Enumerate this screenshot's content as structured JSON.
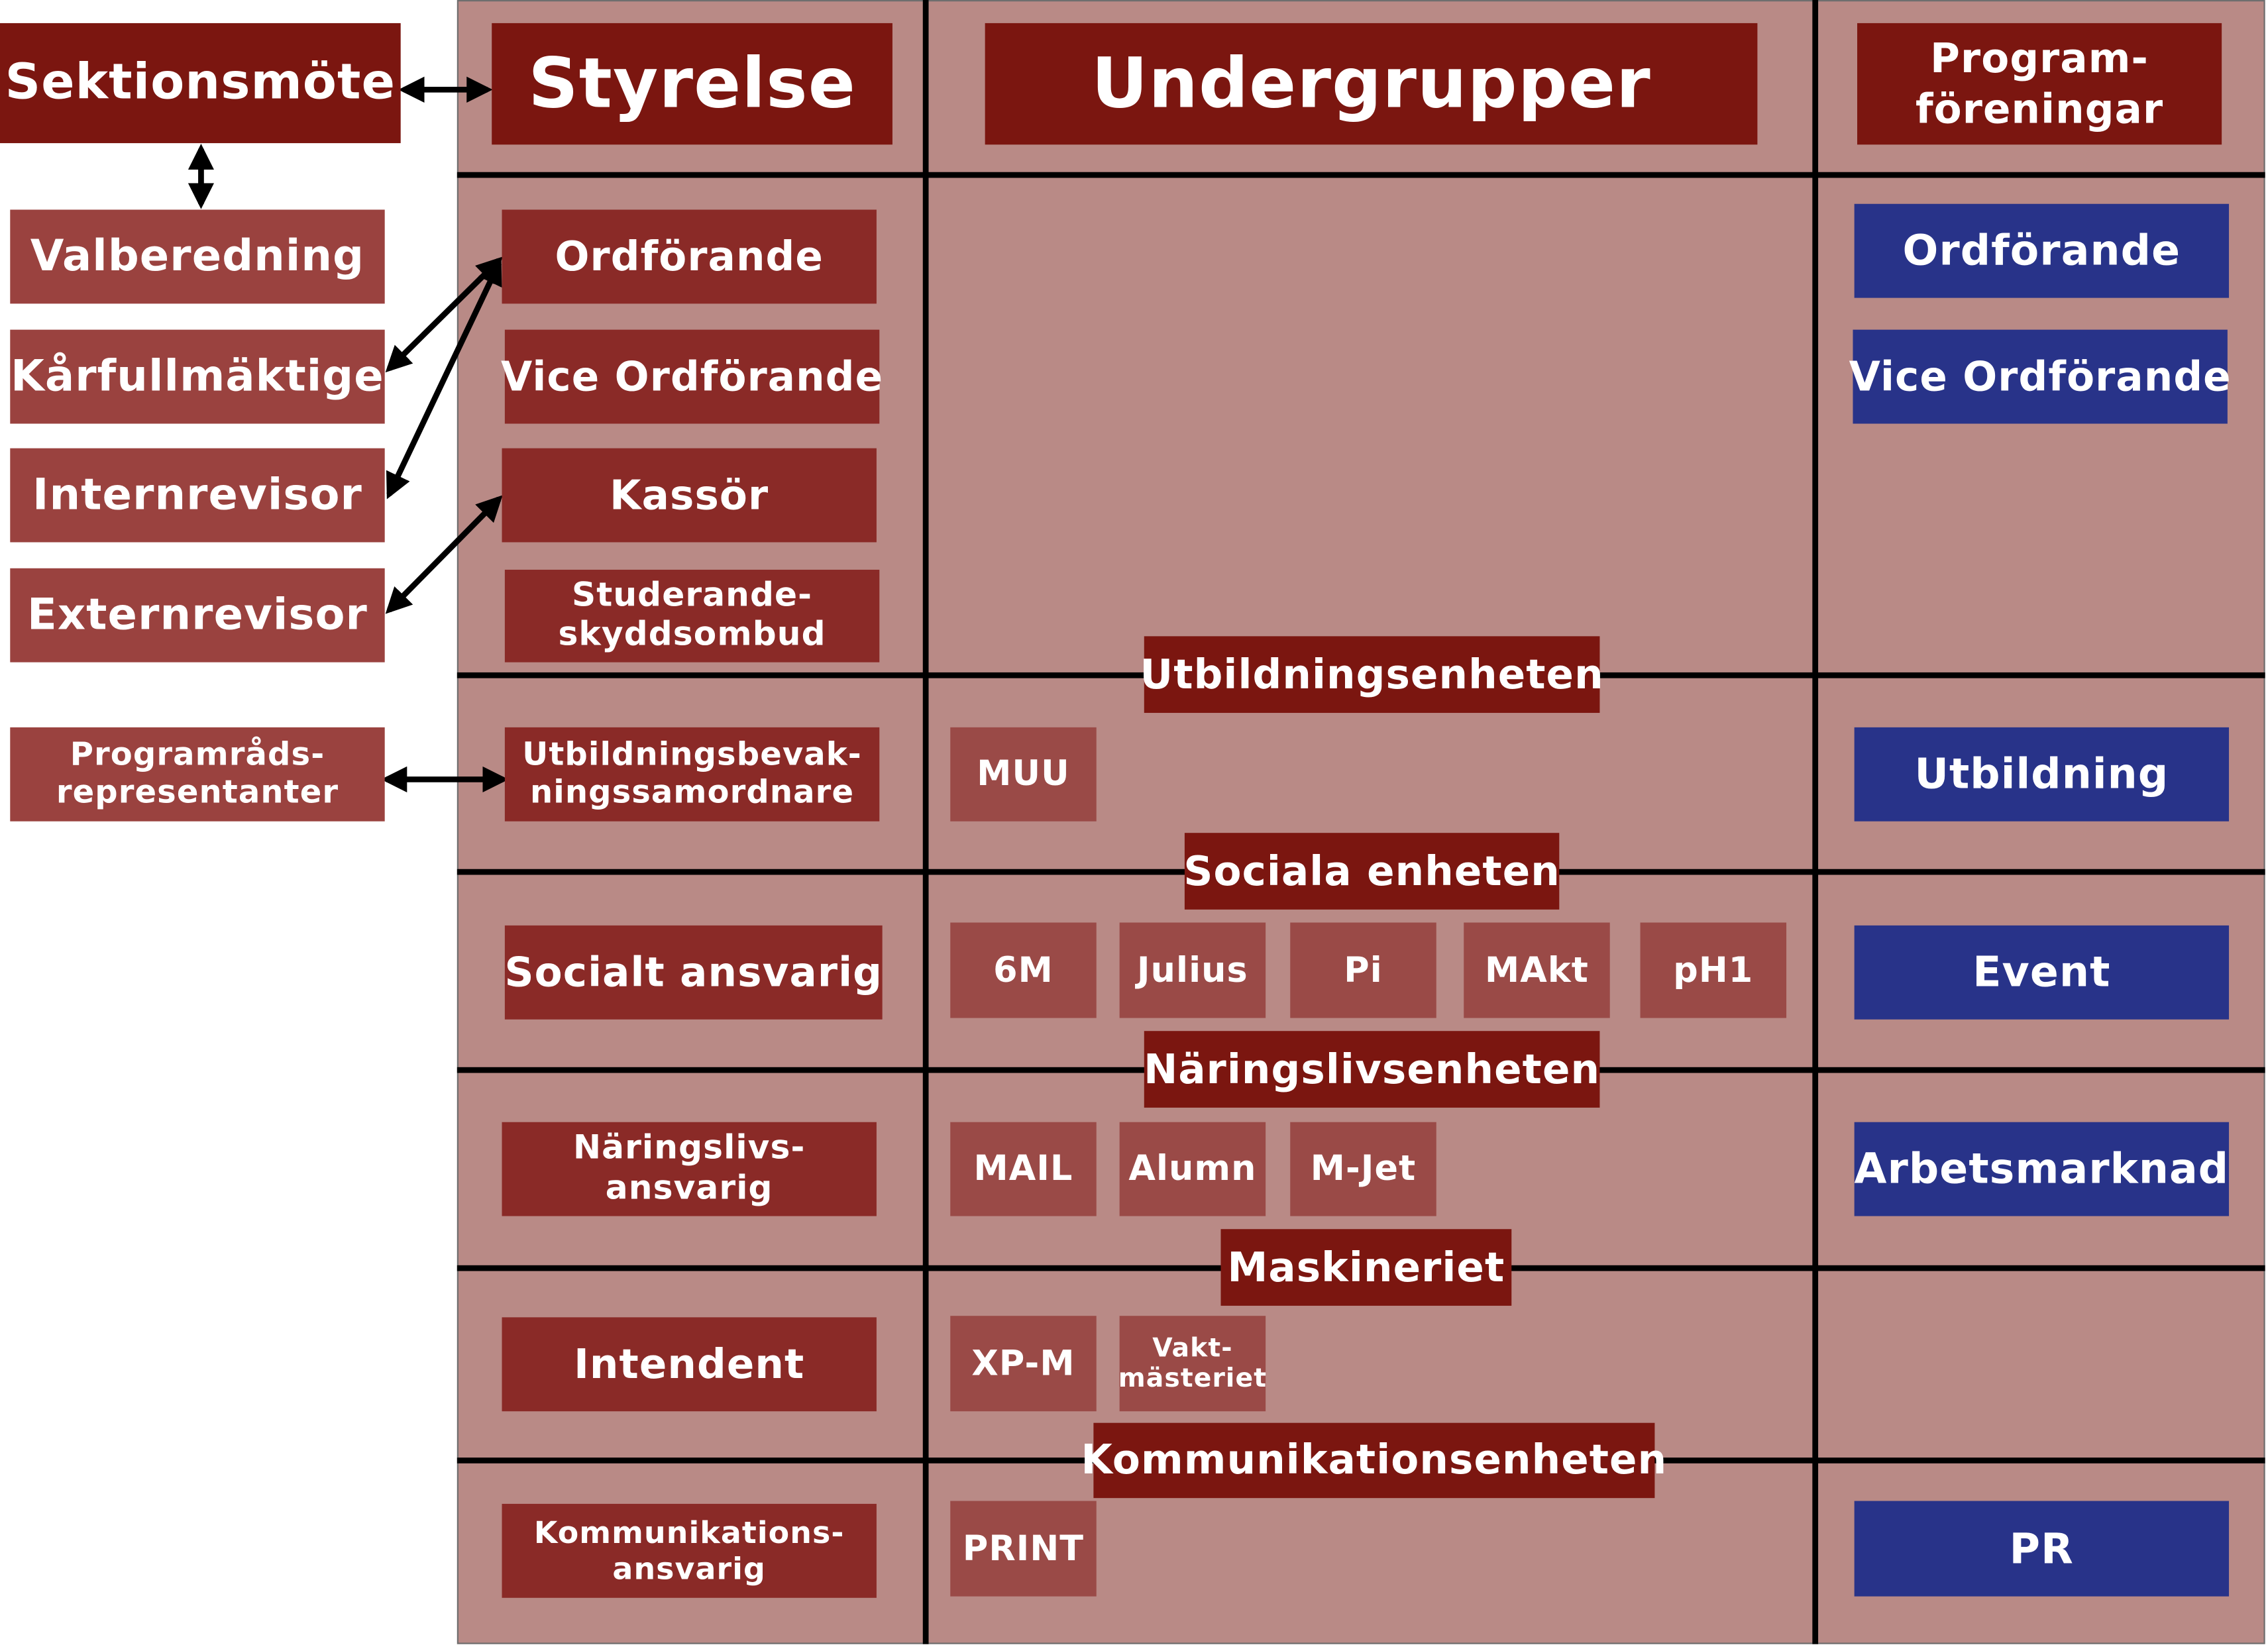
{
  "top": {
    "sektionsmote": "Sektionsmöte",
    "styrelse": "Styrelse",
    "undergrupper": "Undergrupper",
    "programforeningar": "Program-\nföreningar"
  },
  "left_column": {
    "valberedning": "Valberedning",
    "karfullmaktige": "Kårfullmäktige",
    "internrevisor": "Internrevisor",
    "externrevisor": "Externrevisor",
    "programradsrepresentanter": "Programråds-\nrepresentanter"
  },
  "styrelse": {
    "ordforande": "Ordförande",
    "vice_ordforande": "Vice Ordförande",
    "kassor": "Kassör",
    "studerandeskyddsombud": "Studerande-\nskyddsombud",
    "utbildningsbevakning": "Utbildningsbevak-\nningssamordnare",
    "socialt_ansvarig": "Socialt ansvarig",
    "naringslivsansvarig": "Näringslivs-\nansvarig",
    "intendent": "Intendent",
    "kommunikationsansvarig": "Kommunikations-\nansvarig"
  },
  "enheter": {
    "utbildning": "Utbildningsenheten",
    "sociala": "Sociala enheten",
    "naringsliv": "Näringslivsenheten",
    "maskineriet": "Maskineriet",
    "kommunikation": "Kommunikationsenheten"
  },
  "undergrupper": {
    "muu": "MUU",
    "sixm": "6M",
    "julius": "Julius",
    "pi": "Pi",
    "makt": "MAkt",
    "ph1": "pH1",
    "mail": "MAIL",
    "alumn": "Alumn",
    "mjet": "M-Jet",
    "xpm": "XP-M",
    "vaktmasteriet": "Vakt-\nmästeriet",
    "print": "PRINT"
  },
  "programforeningar": {
    "ordforande": "Ordförande",
    "vice_ordforande": "Vice Ordförande",
    "utbildning": "Utbildning",
    "event": "Event",
    "arbetsmarknad": "Arbetsmarknad",
    "pr": "PR"
  },
  "colors": {
    "panel": "#b98a86",
    "header_box": "#7b1610",
    "styrelse_box": "#8a2a27",
    "left_box": "#9a423f",
    "subgroup_box": "#9a4a47",
    "programforening_box": "#283389"
  }
}
